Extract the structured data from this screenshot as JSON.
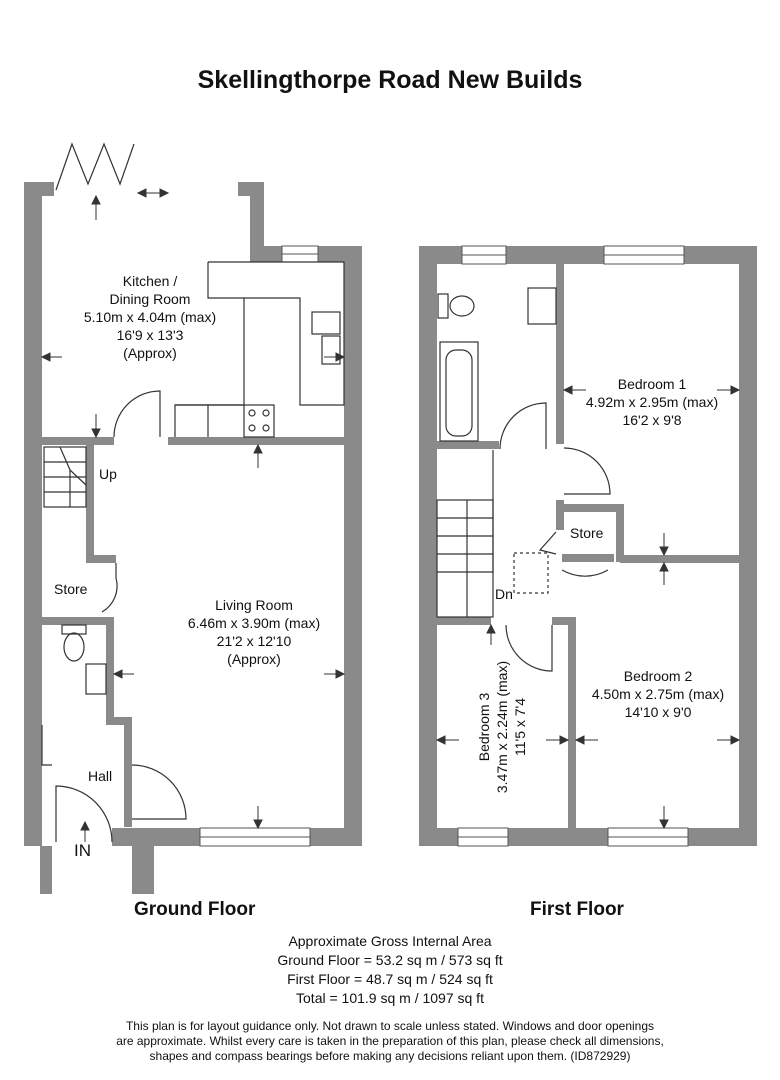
{
  "title": "Skellingthorpe Road New Builds",
  "floors": {
    "ground": {
      "label": "Ground Floor",
      "rooms": {
        "kitchen": {
          "name_line1": "Kitchen /",
          "name_line2": "Dining Room",
          "metric": "5.10m x 4.04m (max)",
          "imperial": "16'9 x 13'3",
          "note": "(Approx)"
        },
        "living": {
          "name": "Living Room",
          "metric": "6.46m x 3.90m (max)",
          "imperial": "21'2 x 12'10",
          "note": "(Approx)"
        },
        "store": {
          "name": "Store"
        },
        "hall": {
          "name": "Hall"
        },
        "up": "Up",
        "entrance": "IN"
      }
    },
    "first": {
      "label": "First Floor",
      "rooms": {
        "bedroom1": {
          "name": "Bedroom 1",
          "metric": "4.92m x 2.95m (max)",
          "imperial": "16'2 x 9'8"
        },
        "bedroom2": {
          "name": "Bedroom 2",
          "metric": "4.50m x 2.75m (max)",
          "imperial": "14'10 x 9'0"
        },
        "bedroom3": {
          "name": "Bedroom 3",
          "metric": "3.47m x 2.24m (max)",
          "imperial": "11'5 x 7'4"
        },
        "store": {
          "name": "Store"
        },
        "down": "Dn"
      }
    }
  },
  "area": {
    "heading": "Approximate Gross Internal Area",
    "ground": "Ground Floor = 53.2 sq m / 573 sq ft",
    "first": "First Floor = 48.7 sq m / 524 sq ft",
    "total": "Total = 101.9 sq m / 1097 sq ft"
  },
  "disclaimer": {
    "line1": "This plan is for layout guidance only. Not drawn to scale unless stated. Windows and door openings",
    "line2": "are approximate. Whilst every care is taken in the preparation of this plan, please check all dimensions,",
    "line3": "shapes and compass bearings before making any decisions reliant upon them. (ID872929)"
  },
  "colors": {
    "wall": "#8a8a8a",
    "line": "#333333",
    "background": "#ffffff"
  }
}
